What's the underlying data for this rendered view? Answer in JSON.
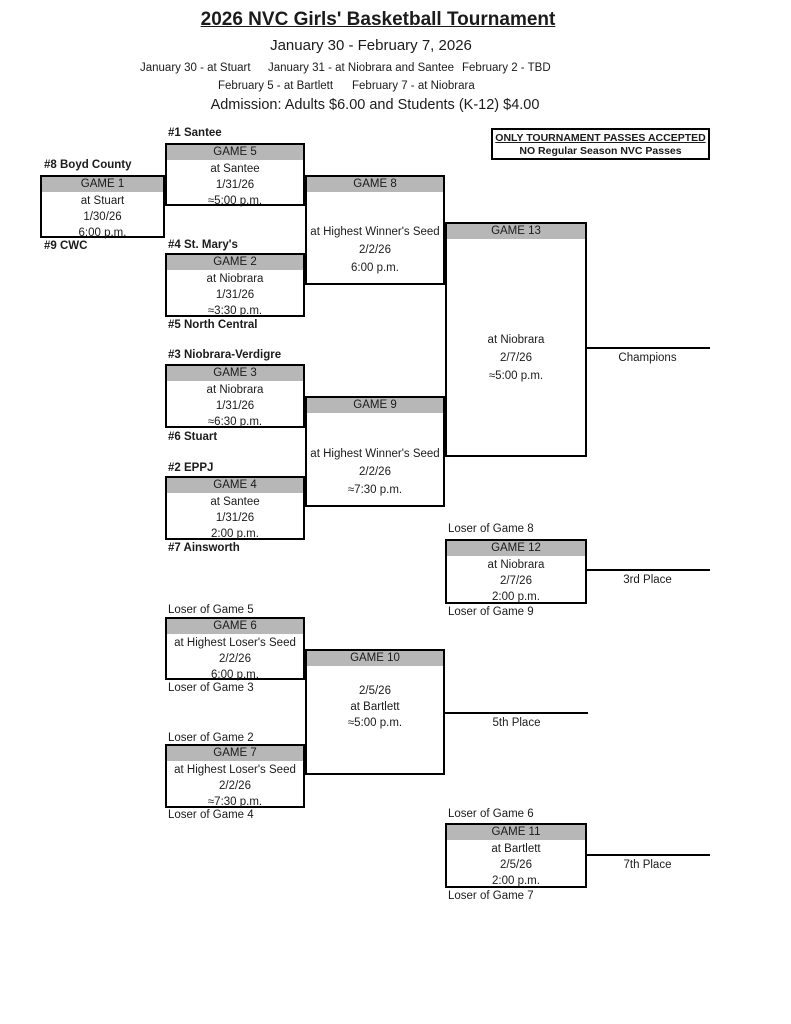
{
  "header": {
    "title": "2026 NVC Girls' Basketball Tournament",
    "date_range": "January 30 - February 7, 2026",
    "schedule": [
      "January 30 - at Stuart",
      "January 31 - at Niobrara and Santee",
      "February 2 - TBD",
      "February 5 - at Bartlett",
      "February 7 - at Niobrara"
    ],
    "admission": "Admission:  Adults $6.00 and Students (K-12) $4.00"
  },
  "notice": {
    "line1": "ONLY TOURNAMENT PASSES ACCEPTED",
    "line2": "NO Regular Season NVC Passes"
  },
  "seeds": {
    "s1": "#1 Santee",
    "s2": "#2 EPPJ",
    "s3": "#3 Niobrara-Verdigre",
    "s4": "#4 St. Mary's",
    "s5": "#5 North Central",
    "s6": "#6 Stuart",
    "s7": "#7 Ainsworth",
    "s8": "#8 Boyd County",
    "s9": "#9 CWC"
  },
  "feeders": {
    "loser_g2": "Loser of Game 2",
    "loser_g3": "Loser of Game 3",
    "loser_g4": "Loser of Game 4",
    "loser_g5": "Loser of Game 5",
    "loser_g6": "Loser of Game 6",
    "loser_g7": "Loser of Game 7",
    "loser_g8": "Loser of Game 8",
    "loser_g9": "Loser of Game 9"
  },
  "games": {
    "g1": {
      "title": "GAME 1",
      "lines": [
        "at Stuart",
        "1/30/26",
        "6:00 p.m."
      ]
    },
    "g2": {
      "title": "GAME 2",
      "lines": [
        "at Niobrara",
        "1/31/26",
        "≈3:30 p.m."
      ]
    },
    "g3": {
      "title": "GAME 3",
      "lines": [
        "at Niobrara",
        "1/31/26",
        "≈6:30 p.m."
      ]
    },
    "g4": {
      "title": "GAME 4",
      "lines": [
        "at Santee",
        "1/31/26",
        "2:00 p.m."
      ]
    },
    "g5": {
      "title": "GAME 5",
      "lines": [
        "at Santee",
        "1/31/26",
        "≈5:00 p.m."
      ]
    },
    "g6": {
      "title": "GAME 6",
      "lines": [
        "at Highest Loser's Seed",
        "2/2/26",
        "6:00 p.m."
      ]
    },
    "g7": {
      "title": "GAME 7",
      "lines": [
        "at Highest Loser's Seed",
        "2/2/26",
        "≈7:30 p.m."
      ]
    },
    "g8": {
      "title": "GAME 8",
      "lines": [
        "at Highest Winner's Seed",
        "2/2/26",
        "6:00 p.m."
      ]
    },
    "g9": {
      "title": "GAME 9",
      "lines": [
        "at Highest Winner's Seed",
        "2/2/26",
        "≈7:30 p.m."
      ]
    },
    "g10": {
      "title": "GAME 10",
      "lines": [
        "2/5/26",
        "at Bartlett",
        "≈5:00 p.m."
      ]
    },
    "g11": {
      "title": "GAME 11",
      "lines": [
        "at Bartlett",
        "2/5/26",
        "2:00 p.m."
      ]
    },
    "g12": {
      "title": "GAME 12",
      "lines": [
        "at Niobrara",
        "2/7/26",
        "2:00 p.m."
      ]
    },
    "g13": {
      "title": "GAME 13",
      "lines": [
        "at Niobrara",
        "2/7/26",
        "≈5:00 p.m."
      ]
    }
  },
  "places": {
    "champions": "Champions",
    "third": "3rd Place",
    "fifth": "5th Place",
    "seventh": "7th Place"
  },
  "colors": {
    "game_header_bar": "#b7b7b7",
    "line": "#000000",
    "background": "#ffffff"
  }
}
